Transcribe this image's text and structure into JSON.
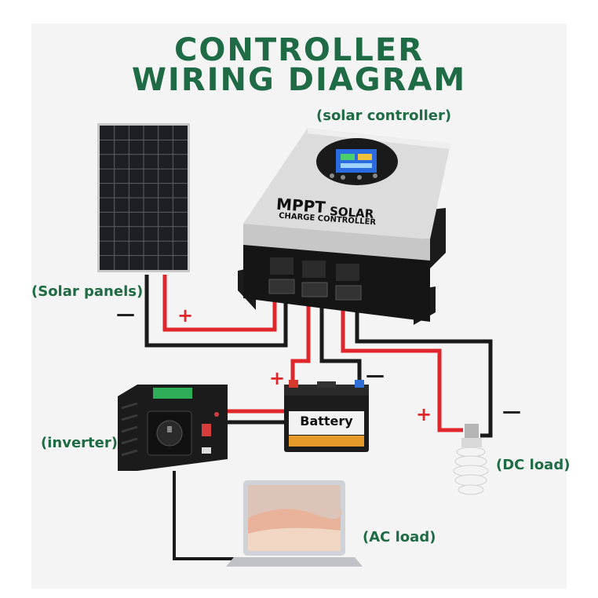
{
  "title": {
    "line1": "CONTROLLER",
    "line2": "WIRING DIAGRAM"
  },
  "labels": {
    "solar_controller": "(solar controller)",
    "solar_panels": "(Solar panels)",
    "inverter": "(inverter)",
    "dc_load": "(DC load)",
    "ac_load": "(AC load)",
    "battery": "Battery"
  },
  "controller_text": {
    "brand": "MPPT",
    "model": "SOLAR",
    "sub": "CHARGE CONTROLLER"
  },
  "polarity": {
    "plus": "+",
    "minus": "—"
  },
  "colors": {
    "title_green": "#1f6b45",
    "wire_red": "#e0262b",
    "wire_black": "#1a1a1a"
  }
}
